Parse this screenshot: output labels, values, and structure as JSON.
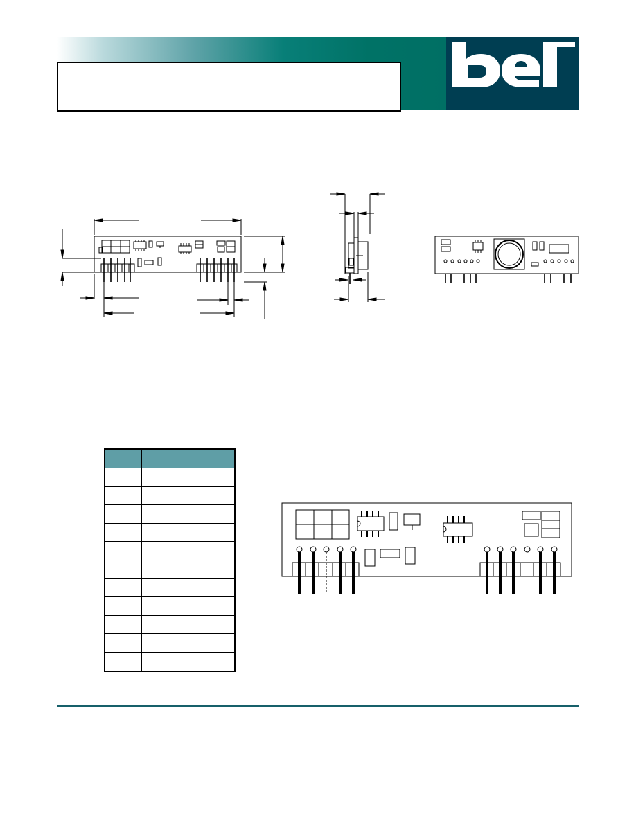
{
  "header": {
    "title": "",
    "brand_logo": "bel",
    "colors": {
      "logo_bg": "#003e52",
      "band_accent": "#007266",
      "table_header": "#5f9ea6",
      "footer_rule": "#17606a"
    }
  },
  "pin_table": {
    "headers": [
      "",
      ""
    ],
    "rows": [
      [
        "",
        ""
      ],
      [
        "",
        ""
      ],
      [
        "",
        ""
      ],
      [
        "",
        ""
      ],
      [
        "",
        ""
      ],
      [
        "",
        ""
      ],
      [
        "",
        ""
      ],
      [
        "",
        ""
      ],
      [
        "",
        ""
      ],
      [
        "",
        ""
      ],
      [
        "",
        ""
      ]
    ]
  },
  "footer": {
    "col1": "",
    "col2": "",
    "col3": ""
  },
  "drawings": {
    "front_view": "mechanical-front-view",
    "side_view": "mechanical-side-view",
    "rear_view": "mechanical-rear-view",
    "detail_view": "module-detail-view"
  }
}
